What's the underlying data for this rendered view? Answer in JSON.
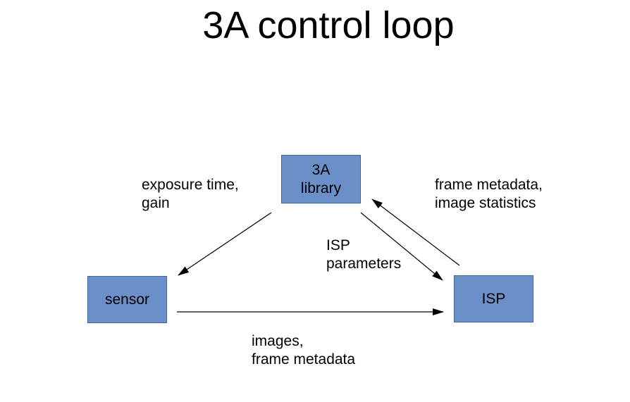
{
  "title": "3A control loop",
  "nodes": {
    "library": [
      "3A",
      "library"
    ],
    "sensor": "sensor",
    "isp": "ISP"
  },
  "edges": {
    "library_to_sensor": [
      "exposure time,",
      "gain"
    ],
    "isp_to_library": [
      "frame metadata,",
      "image statistics"
    ],
    "library_to_isp": [
      "ISP",
      "parameters"
    ],
    "sensor_to_isp": [
      "images,",
      "frame metadata"
    ]
  },
  "colors": {
    "node_fill": "#6b8fc9",
    "node_border": "#3e64a4"
  }
}
